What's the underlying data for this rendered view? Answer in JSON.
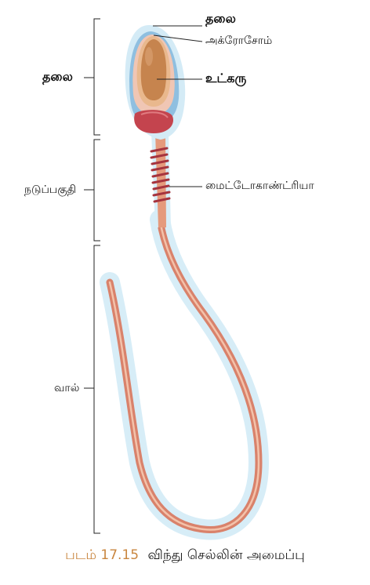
{
  "labels": {
    "head_top": "தலை",
    "acrosome": "அக்ரோசோம்",
    "nucleus": "உட்கரு",
    "mitochondria": "மைட்டோகாண்ட்ரியா",
    "head_side": "தலை",
    "midpiece": "நடுப்பகுதி",
    "tail": "வால்"
  },
  "caption": {
    "figure_number": "படம் 17.15",
    "title": "விந்து செல்லின் அமைப்பு"
  },
  "colors": {
    "outer_membrane": "#cfe9f5",
    "head_blue": "#8fbfe0",
    "acrosome_tan": "#e9b88d",
    "nucleus_brown": "#c6844e",
    "neck_red": "#c4444e",
    "tail_salmon": "#d9826b",
    "caption_accent": "#c9863f"
  }
}
